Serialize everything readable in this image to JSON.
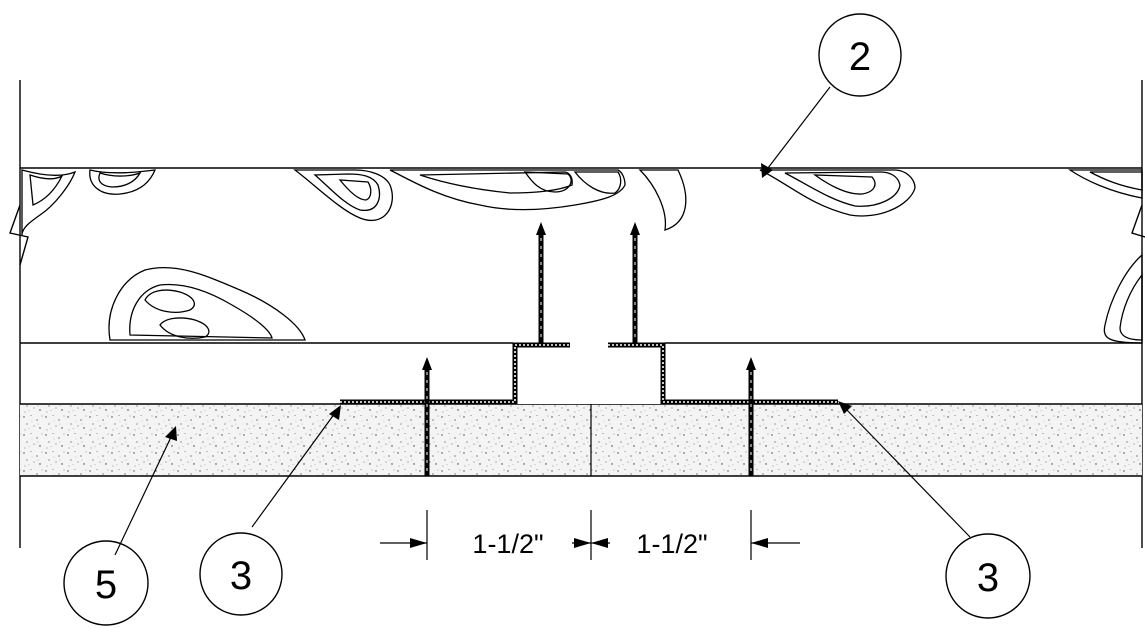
{
  "callouts": [
    {
      "id": "callout-2-top",
      "label": "2"
    },
    {
      "id": "callout-5-left",
      "label": "5"
    },
    {
      "id": "callout-3-left",
      "label": "3"
    },
    {
      "id": "callout-3-right",
      "label": "3"
    }
  ],
  "dimensions": {
    "left": "1-1/2\"",
    "right": "1-1/2\""
  }
}
